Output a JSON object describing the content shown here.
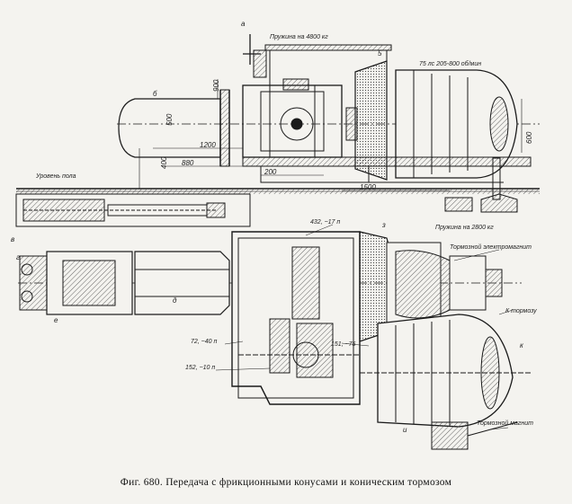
{
  "caption": "Фиг. 680. Передача с фрикционными конусами и коническим тормозом",
  "labels": {
    "spring_top": "Пружина на 4800 кг",
    "motor": "75 лс 205-800 об/мин",
    "ground": "Уровень пола",
    "spring_bottom": "Пружина на 2800 кг",
    "magnet": "Тормозной электромагнит",
    "bracket": "К тормозу",
    "gear_432": "432, ~17 п",
    "gear_72": "72, ~40 п",
    "gear_152": "152, ~10 п",
    "gear_151": "151, ~75",
    "bottom_right": "Тормозной магнит"
  },
  "dims": {
    "d900a": "900",
    "d500": "500",
    "d1200": "1200",
    "d400": "400",
    "d880": "880",
    "d200": "200",
    "d1500": "1500",
    "d600": "600",
    "d5": "5"
  },
  "marks": {
    "m_a": "а",
    "m_b": "б",
    "m_v": "в",
    "m_g": "г",
    "m_d": "д",
    "m_e": "е",
    "m_z": "з",
    "m_i": "и",
    "m_k": "к"
  },
  "colors": {
    "ink": "#1a1a1a",
    "paper": "#f4f3ef",
    "hatch": "#555555"
  }
}
